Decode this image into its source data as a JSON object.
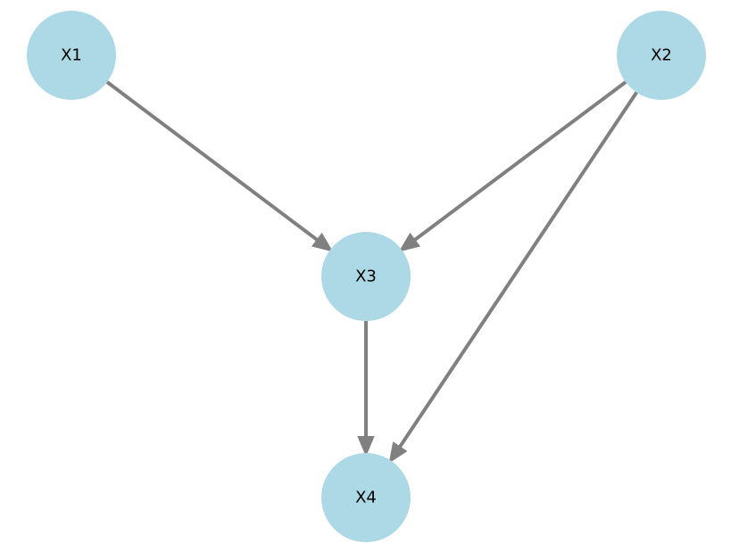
{
  "colors": {
    "node_fill": "#add8e6",
    "edge_stroke": "#808080",
    "label_text": "#000000",
    "background": "#ffffff"
  },
  "nodes": [
    {
      "id": "X1",
      "label": "X1"
    },
    {
      "id": "X2",
      "label": "X2"
    },
    {
      "id": "X3",
      "label": "X3"
    },
    {
      "id": "X4",
      "label": "X4"
    }
  ],
  "edges": [
    {
      "from": "X1",
      "to": "X3"
    },
    {
      "from": "X2",
      "to": "X3"
    },
    {
      "from": "X2",
      "to": "X4"
    },
    {
      "from": "X3",
      "to": "X4"
    }
  ]
}
